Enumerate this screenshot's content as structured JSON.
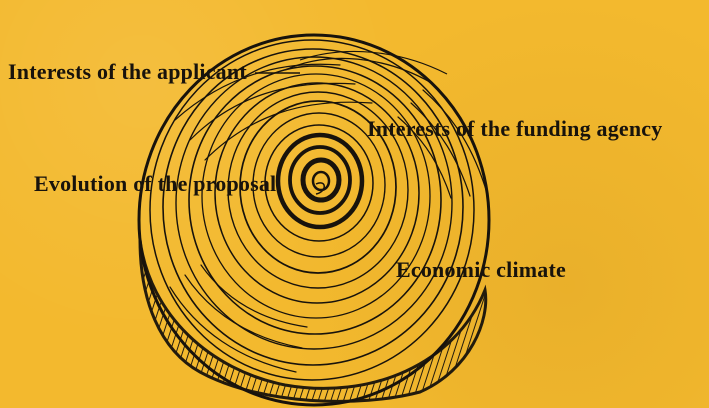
{
  "diagram": {
    "labels": {
      "interests_applicant": "Interests of the applicant",
      "interests_funding_agency": "Interests of the funding agency",
      "evolution_proposal": "Evolution of the proposal",
      "economic_climate": "Economic climate"
    },
    "colors": {
      "background": "#f3b92e",
      "ink": "#18130c"
    },
    "icons": {
      "illustration": "tree-ring-cross-section-icon"
    }
  }
}
